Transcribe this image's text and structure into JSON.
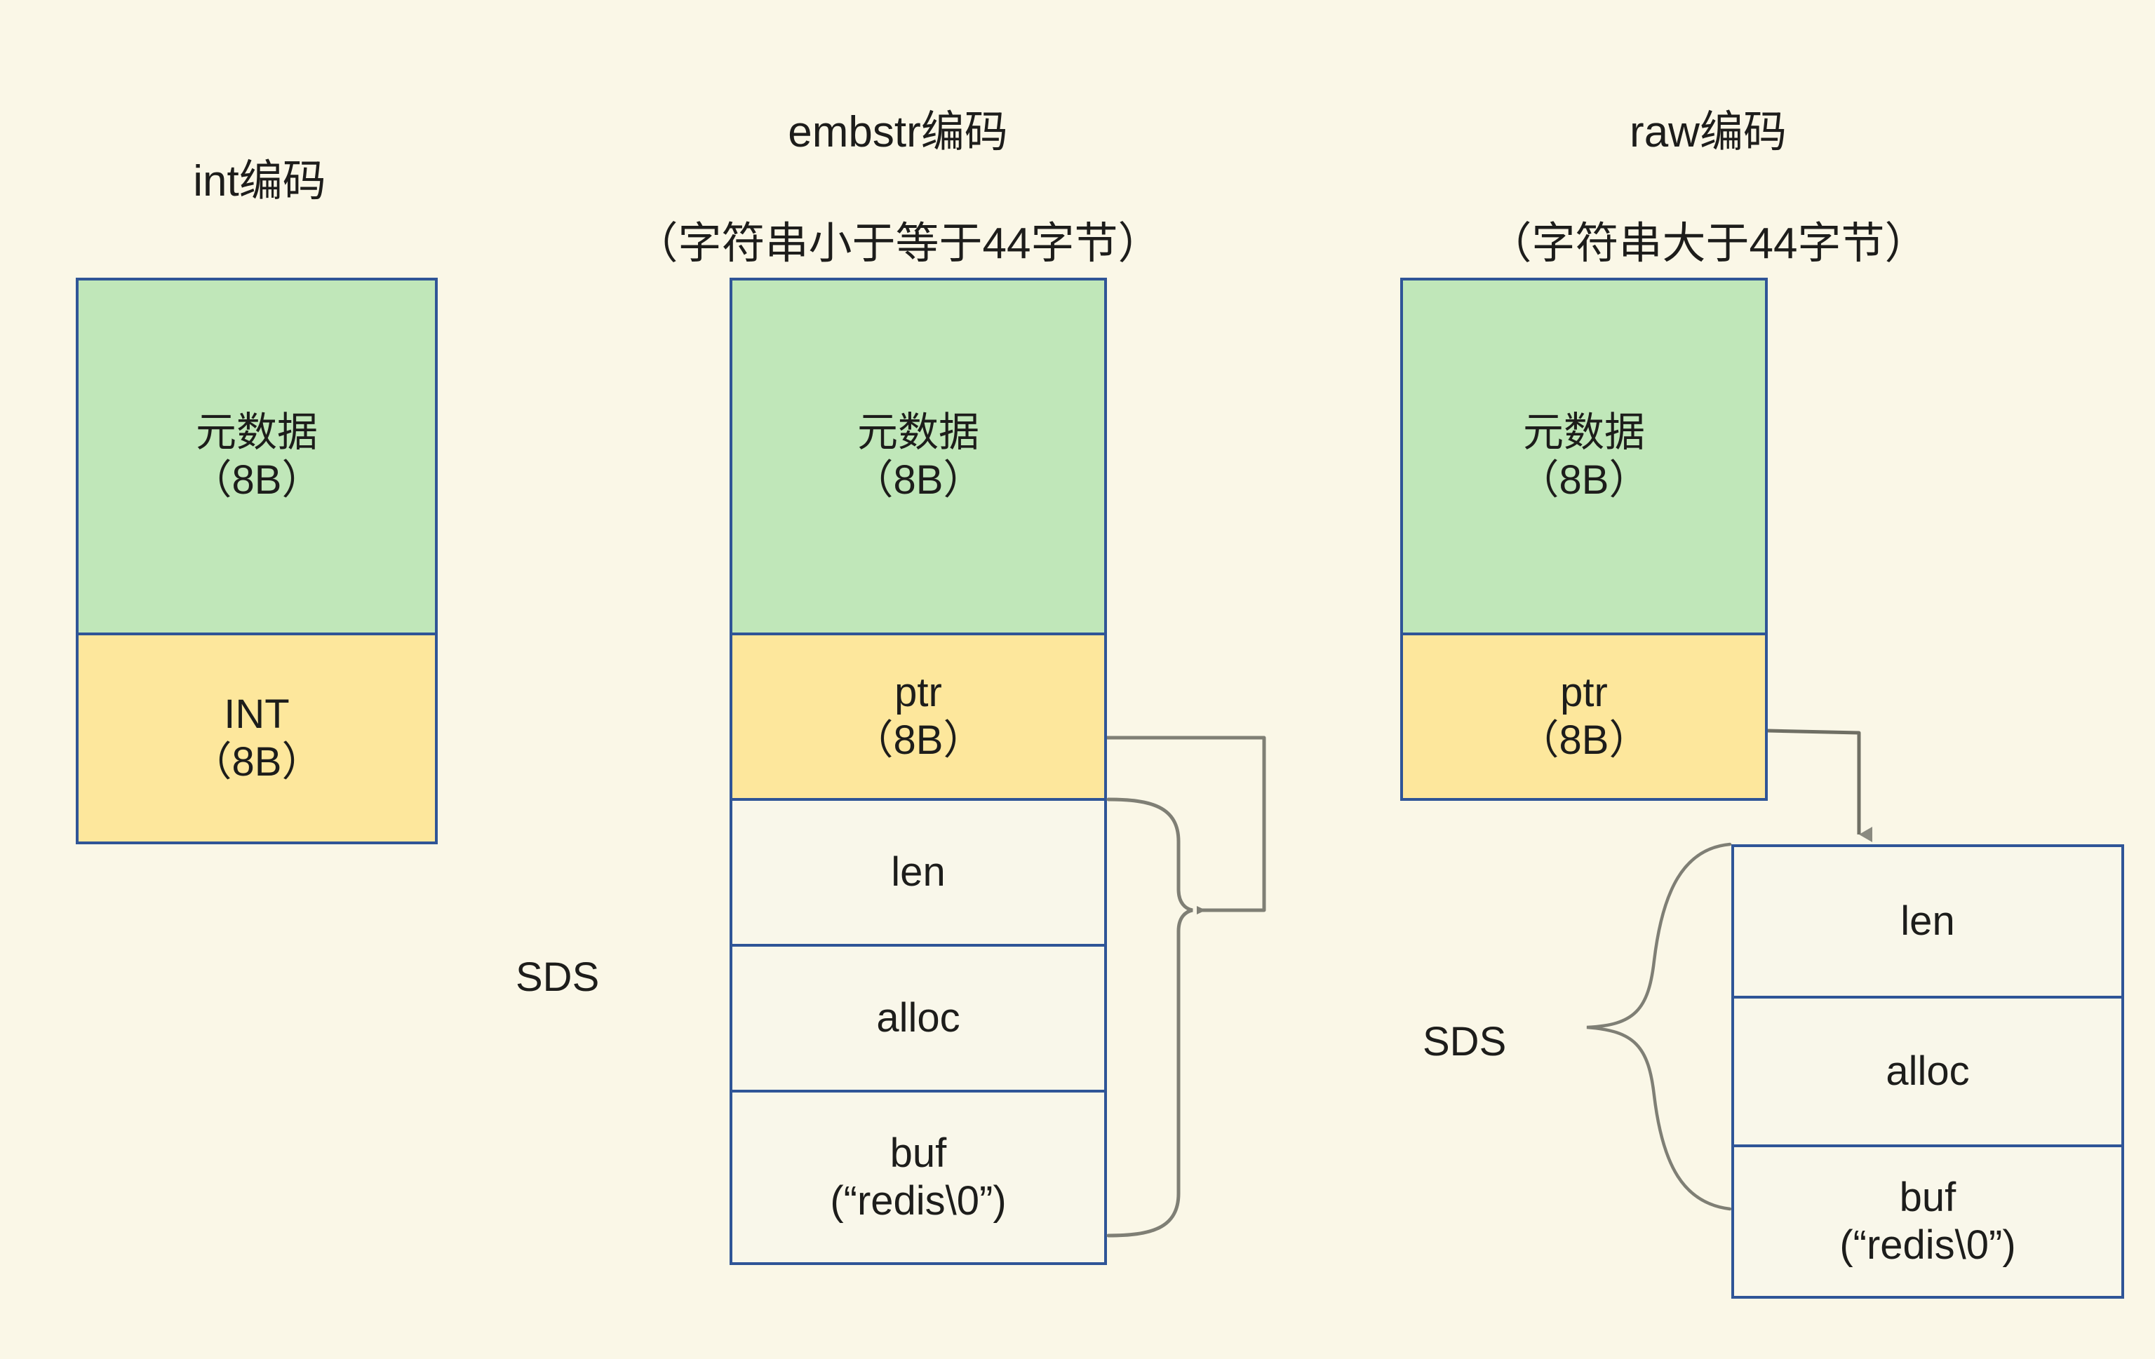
{
  "page": {
    "background_color": "#faf7e7",
    "border_color": "#2f5597",
    "green_color": "#c0e7b9",
    "yellow_color": "#fde79c",
    "connector_color": "#7f7f75",
    "text_color": "#1d1d1b"
  },
  "columns": [
    {
      "id": "int",
      "title": "int编码",
      "cells": [
        {
          "line1": "元数据",
          "line2": "（8B）",
          "fill": "green"
        },
        {
          "line1": "INT",
          "line2": "（8B）",
          "fill": "yellow"
        }
      ]
    },
    {
      "id": "embstr",
      "title_line1": "embstr编码",
      "title_line2": "（字符串小于等于44字节）",
      "sds_label": "SDS",
      "cells": [
        {
          "line1": "元数据",
          "line2": "（8B）",
          "fill": "green"
        },
        {
          "line1": "ptr",
          "line2": "（8B）",
          "fill": "yellow"
        },
        {
          "line1": "len",
          "line2": "",
          "fill": "plain"
        },
        {
          "line1": "alloc",
          "line2": "",
          "fill": "plain"
        },
        {
          "line1": "buf",
          "line2": "(“redis\\0”)",
          "fill": "plain"
        }
      ]
    },
    {
      "id": "raw",
      "title_line1": "raw编码",
      "title_line2": "（字符串大于44字节）",
      "sds_label": "SDS",
      "object_cells": [
        {
          "line1": "元数据",
          "line2": "（8B）",
          "fill": "green"
        },
        {
          "line1": "ptr",
          "line2": "（8B）",
          "fill": "yellow"
        }
      ],
      "sds_cells": [
        {
          "line1": "len",
          "line2": "",
          "fill": "plain"
        },
        {
          "line1": "alloc",
          "line2": "",
          "fill": "plain"
        },
        {
          "line1": "buf",
          "line2": "(“redis\\0”)",
          "fill": "plain"
        }
      ]
    }
  ]
}
